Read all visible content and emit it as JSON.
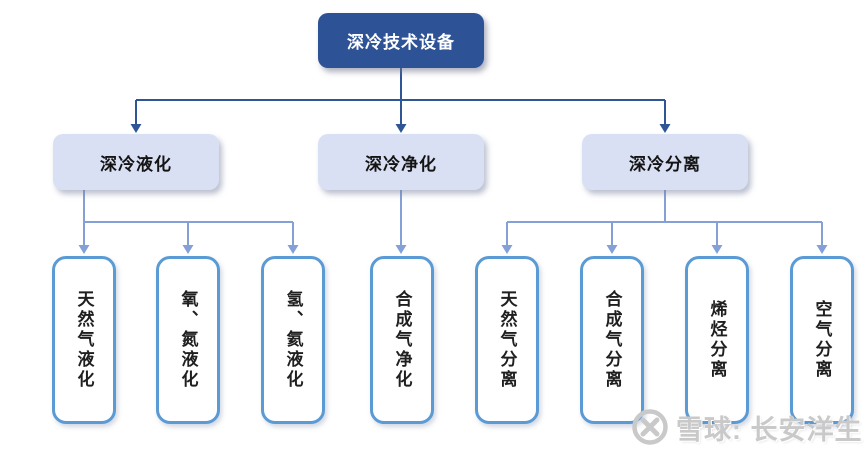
{
  "diagram": {
    "root": {
      "label": "深冷技术设备"
    },
    "branches": [
      {
        "label": "深冷液化",
        "children": [
          "天然气液化",
          "氧、氮液化",
          "氢、氦液化"
        ]
      },
      {
        "label": "深冷净化",
        "children": [
          "合成气净化"
        ]
      },
      {
        "label": "深冷分离",
        "children": [
          "天然气分离",
          "合成气分离",
          "烯烃分离",
          "空气分离"
        ]
      }
    ]
  },
  "watermark": {
    "text": "雪球: 长安洋生"
  },
  "colors": {
    "root_fill": "#2E5296",
    "root_text": "#FFFFFF",
    "branch_fill": "#DAE0F3",
    "branch_text": "#141414",
    "leaf_border": "#5B9BD5",
    "leaf_text": "#1F1F1F",
    "connector_dark": "#2F5597",
    "connector_light": "#84A0D6",
    "watermark_gray": "#C9C9C9",
    "background": "#FFFFFF"
  }
}
